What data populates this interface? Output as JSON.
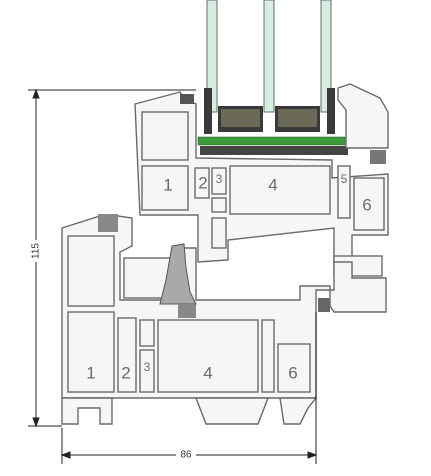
{
  "dimensions": {
    "height_label": "115",
    "width_label": "86"
  },
  "chamber_labels_upper": [
    "1",
    "2",
    "3",
    "4",
    "5",
    "6"
  ],
  "chamber_labels_lower": [
    "1",
    "2",
    "3",
    "4",
    "6"
  ],
  "colors": {
    "profile_stroke": "#6a6a6a",
    "chamber_fill": "#f6f6f6",
    "glass_fill": "#d6eee2",
    "gasket_dark": "#3a3a3a",
    "green_spacer": "#3c9a3c",
    "reinforcement": "#a9a9a9"
  }
}
